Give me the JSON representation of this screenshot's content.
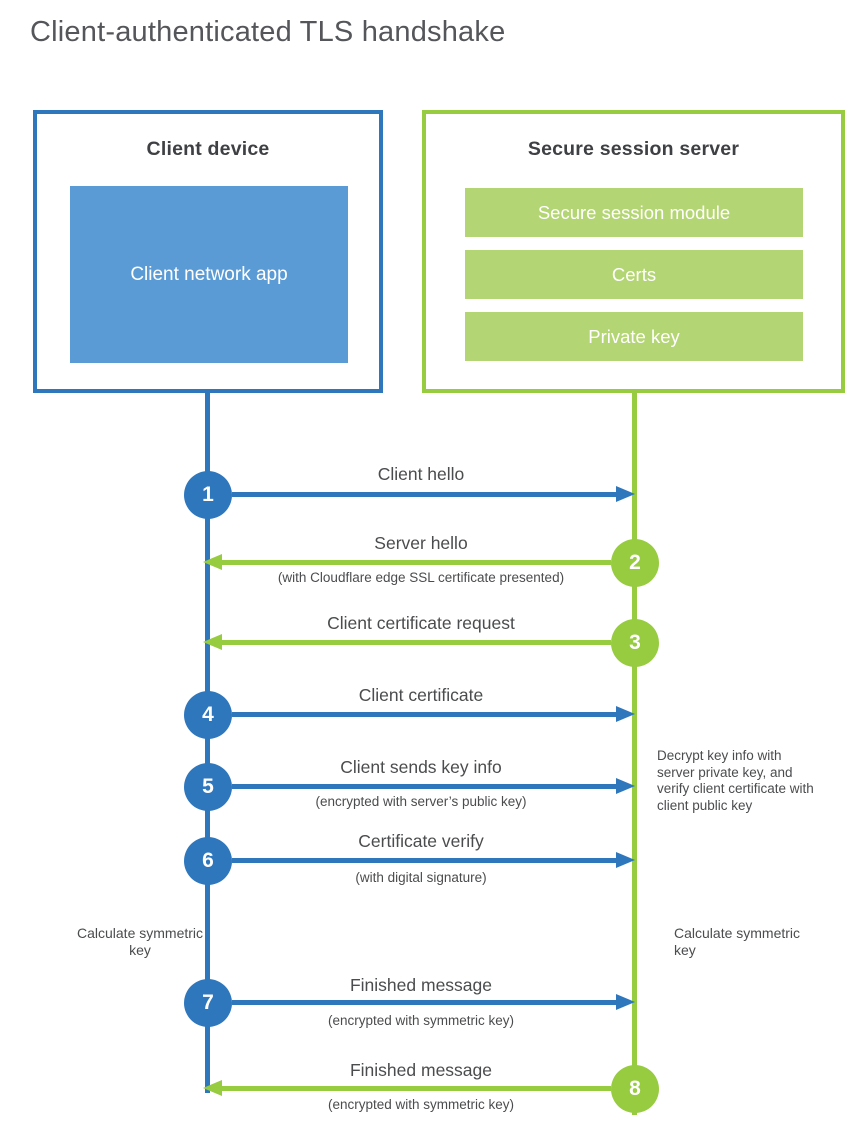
{
  "title": "Client-authenticated TLS handshake",
  "client": {
    "heading": "Client device",
    "app_label": "Client network app"
  },
  "server": {
    "heading": "Secure session server",
    "modules": [
      "Secure session module",
      "Certs",
      "Private key"
    ]
  },
  "steps": [
    {
      "number": "1",
      "actor": "client",
      "direction": "right",
      "label": "Client hello",
      "sublabel": ""
    },
    {
      "number": "2",
      "actor": "server",
      "direction": "left",
      "label": "Server hello",
      "sublabel": "(with Cloudflare edge SSL certificate presented)"
    },
    {
      "number": "3",
      "actor": "server",
      "direction": "left",
      "label": "Client certificate request",
      "sublabel": ""
    },
    {
      "number": "4",
      "actor": "client",
      "direction": "right",
      "label": "Client certificate",
      "sublabel": ""
    },
    {
      "number": "5",
      "actor": "client",
      "direction": "right",
      "label": "Client sends key info",
      "sublabel": "(encrypted with server’s public key)"
    },
    {
      "number": "6",
      "actor": "client",
      "direction": "right",
      "label": "Certificate verify",
      "sublabel": "(with digital signature)"
    },
    {
      "number": "7",
      "actor": "client",
      "direction": "right",
      "label": "Finished message",
      "sublabel": "(encrypted with symmetric key)"
    },
    {
      "number": "8",
      "actor": "server",
      "direction": "left",
      "label": "Finished message",
      "sublabel": "(encrypted with symmetric key)"
    }
  ],
  "notes": {
    "decrypt": "Decrypt key info with server private key, and verify client certificate with client public key",
    "calc_left": "Calculate symmetric key",
    "calc_right": "Calculate symmetric key"
  },
  "colors": {
    "blue": "#2e77bd",
    "blue_light": "#5b9bd5",
    "green": "#97cb40",
    "green_light": "#b4d573",
    "text_dark": "#3f4043",
    "text_gray": "#4b4c4e",
    "title_gray": "#55565a"
  }
}
